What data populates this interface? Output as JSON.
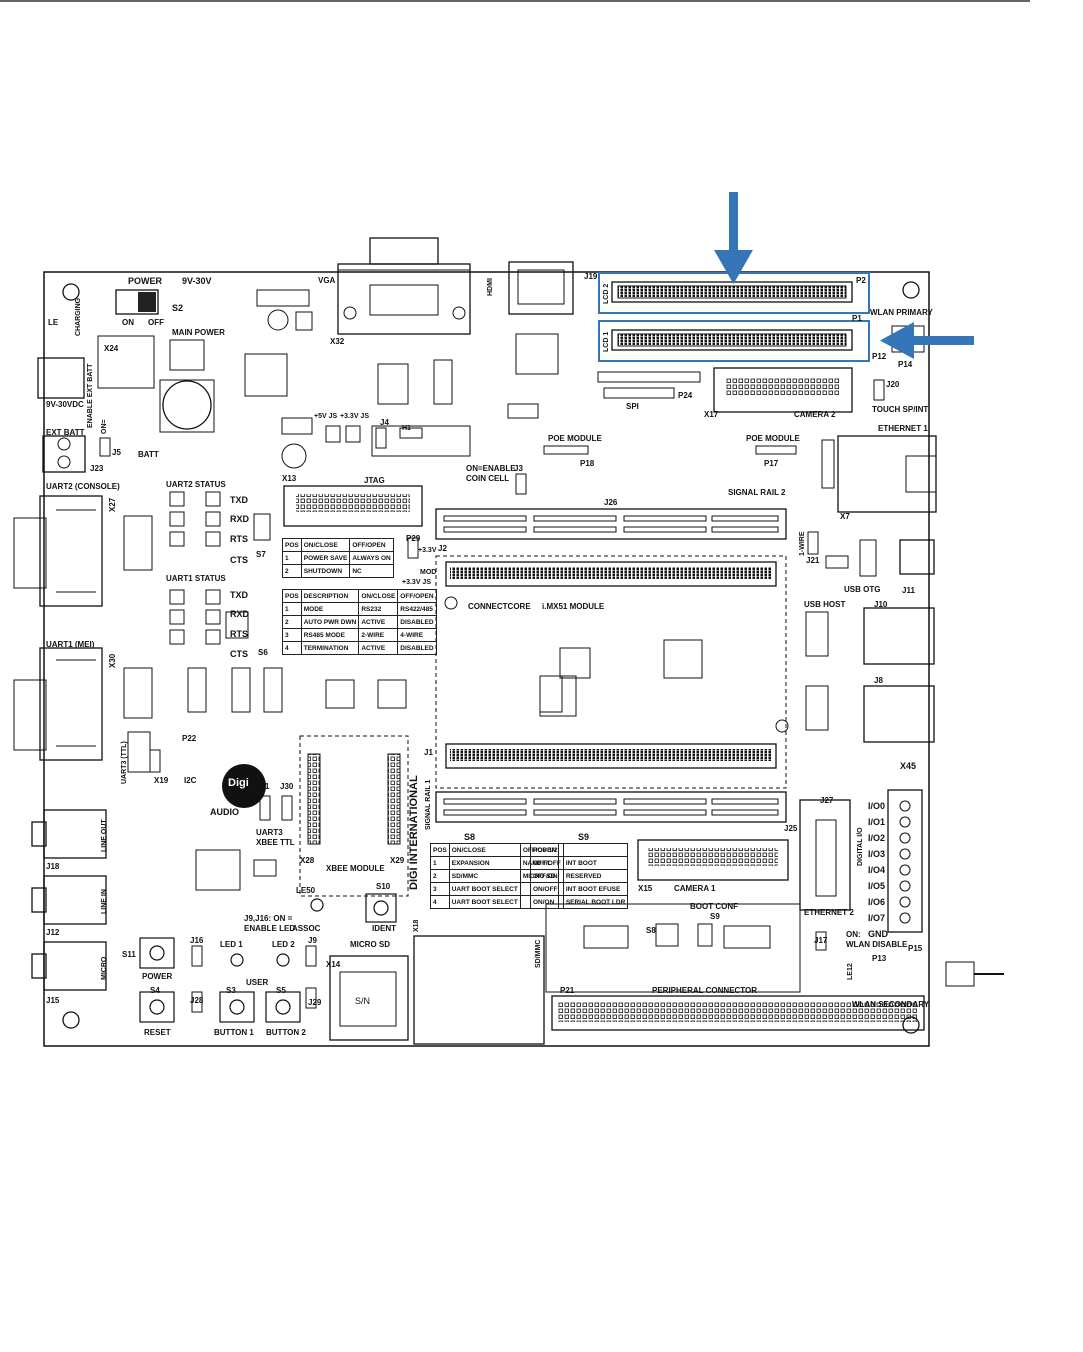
{
  "board": {
    "labels": {
      "power": "POWER",
      "v9_30v": "9V-30V",
      "s2": "S2",
      "on": "ON",
      "off": "OFF",
      "main_power": "MAIN POWER",
      "le": "LE",
      "charging": "CHARGING",
      "x24": "X24",
      "enable_ext_batt": "ENABLE EXT BATT",
      "dc_in": "9V-30VDC",
      "ext_batt": "EXT BATT",
      "j23": "J23",
      "j5": "J5",
      "batt": "BATT",
      "on_dash": "ON=",
      "vga": "VGA",
      "x32": "X32",
      "hdmi": "HDMI",
      "j19": "J19",
      "lcd2": "LCD 2",
      "lcd1": "LCD 1",
      "p2": "P2",
      "p1": "P1",
      "wlan_primary": "WLAN PRIMARY",
      "p12": "P12",
      "p14": "P14",
      "j20": "J20",
      "touch_sp": "TOUCH SP/INT",
      "ethernet1": "ETHERNET 1",
      "x7": "X7",
      "spi": "SPI",
      "p24": "P24",
      "x17": "X17",
      "camera2": "CAMERA 2",
      "poe_module_left": "POE MODULE",
      "poe_module_right": "POE MODULE",
      "p18": "P18",
      "p17": "P17",
      "js_5v": "+5V JS",
      "js_33v": "+3.3V JS",
      "j4": "J4",
      "h1": "H1",
      "on_enable": "ON=ENABLE",
      "coin_cell": "COIN CELL",
      "j3": "J3",
      "uart2_console": "UART2 (CONSOLE)",
      "uart2_status": "UART2 STATUS",
      "x27": "X27",
      "txd1": "TXD",
      "rxd1": "RXD",
      "rts1": "RTS",
      "cts1": "CTS",
      "s7": "S7",
      "x13": "X13",
      "jtag": "JTAG",
      "j26": "J26",
      "signal_rail2": "SIGNAL RAIL 2",
      "one_wire": "1-WIRE",
      "j21": "J21",
      "usb_otg": "USB OTG",
      "j11": "J11",
      "uart1_status": "UART1 STATUS",
      "txd2": "TXD",
      "rxd2": "RXD",
      "rts2": "RTS",
      "cts2": "CTS",
      "s6": "S6",
      "p29": "P29",
      "j2": "J2",
      "v33": "+3.3V",
      "mod": "MOD",
      "v33js": "+3.3V JS",
      "connectcore": "CONNECTCORE",
      "imx51": "i.MX51 MODULE",
      "usb_host": "USB HOST",
      "j10": "J10",
      "j8": "J8",
      "uart1_mei": "UART1 (MEI)",
      "x30": "X30",
      "uart3_ttl": "UART3 (TTL)",
      "x19": "X19",
      "p22": "P22",
      "i2c": "I2C",
      "digi": "Digi",
      "j1": "J1",
      "digi_international": "DIGI INTERNATIONAL",
      "signal_rail1": "SIGNAL RAIL 1",
      "x45": "X45",
      "io0": "I/O0",
      "io1": "I/O1",
      "io2": "I/O2",
      "io3": "I/O3",
      "io4": "I/O4",
      "io5": "I/O5",
      "io6": "I/O6",
      "io7": "I/O7",
      "gnd": "GND",
      "digital_io": "DIGITAL I/O",
      "j27": "J27",
      "ethernet2": "ETHERNET 2",
      "j25": "J25",
      "audio": "AUDIO",
      "line_out": "LINE OUT",
      "j18": "J18",
      "line_in": "LINE IN",
      "j12": "J12",
      "micro": "MICRO",
      "j15": "J15",
      "j31": "J31",
      "j30": "J30",
      "uart3": "UART3",
      "xbee_ttl": "XBEE TTL",
      "x28": "X28",
      "xbee_module": "XBEE MODULE",
      "x29": "X29",
      "le50": "LE50",
      "assoc": "ASSOC",
      "s10": "S10",
      "ident": "IDENT",
      "j9j16_on": "J9,J16: ON =",
      "enable_led": "ENABLE LED",
      "s8": "S8",
      "s9": "S9",
      "x15": "X15",
      "camera1": "CAMERA 1",
      "x18": "X18",
      "sd_mmc": "SD/MMC",
      "boot_conf": "BOOT CONF",
      "s8b": "S8",
      "s9b": "S9",
      "j17": "J17",
      "on_colon": "ON:",
      "wlan_disable": "WLAN DISABLE",
      "p13": "P13",
      "p15": "P15",
      "le12": "LE12",
      "wlan_secondary": "WLAN SECONDARY",
      "s11": "S11",
      "power_btn": "POWER",
      "j16": "J16",
      "led1": "LED 1",
      "led2": "LED 2",
      "j9": "J9",
      "micro_sd": "MICRO SD",
      "x14": "X14",
      "user": "USER",
      "j28": "J28",
      "s3": "S3",
      "s5": "S5",
      "j29": "J29",
      "s4": "S4",
      "reset": "RESET",
      "button1": "BUTTON 1",
      "button2": "BUTTON 2",
      "p21": "P21",
      "peripheral_connector": "PERIPHERAL CONNECTOR",
      "sn": "S/N"
    },
    "table_s7": {
      "header": [
        "POS",
        "ON/CLOSE",
        "OFF/OPEN"
      ],
      "rows": [
        [
          "1",
          "POWER SAVE",
          "ALWAYS ON"
        ],
        [
          "2",
          "SHUTDOWN",
          "NC"
        ]
      ]
    },
    "table_s6": {
      "header": [
        "POS",
        "DESCRIPTION",
        "ON/CLOSE",
        "OFF/OPEN"
      ],
      "rows": [
        [
          "1",
          "MODE",
          "RS232",
          "RS422/485"
        ],
        [
          "2",
          "AUTO PWR DWN",
          "ACTIVE",
          "DISABLED"
        ],
        [
          "3",
          "RS485 MODE",
          "2-WIRE",
          "4-WIRE"
        ],
        [
          "4",
          "TERMINATION",
          "ACTIVE",
          "DISABLED"
        ]
      ]
    },
    "table_s8": {
      "header": [
        "POS",
        "ON/CLOSE",
        "OFF/OPEN"
      ],
      "rows": [
        [
          "1",
          "EXPANSION",
          "NAND FL"
        ],
        [
          "2",
          "SD/MMC",
          "MICRO SD"
        ],
        [
          "3",
          "UART BOOT SELECT",
          ""
        ],
        [
          "4",
          "UART BOOT SELECT",
          ""
        ]
      ]
    },
    "table_s9": {
      "header": [
        "POS 1/2",
        ""
      ],
      "rows": [
        [
          "OFF/OFF",
          "INT BOOT"
        ],
        [
          "OFF/ON",
          "RESERVED"
        ],
        [
          "ON/OFF",
          "INT BOOT EFUSE"
        ],
        [
          "ON/ON",
          "SERIAL BOOT LDR"
        ]
      ]
    }
  },
  "highlight": {
    "color": "#3576b8"
  }
}
